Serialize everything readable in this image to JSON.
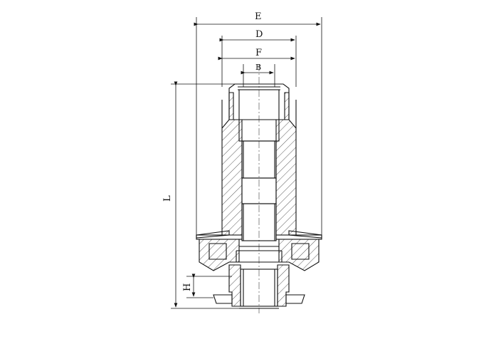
{
  "drawing": {
    "dimensions": {
      "E": "E",
      "D": "D",
      "F": "F",
      "B": "B",
      "L": "L",
      "H": "H"
    }
  }
}
